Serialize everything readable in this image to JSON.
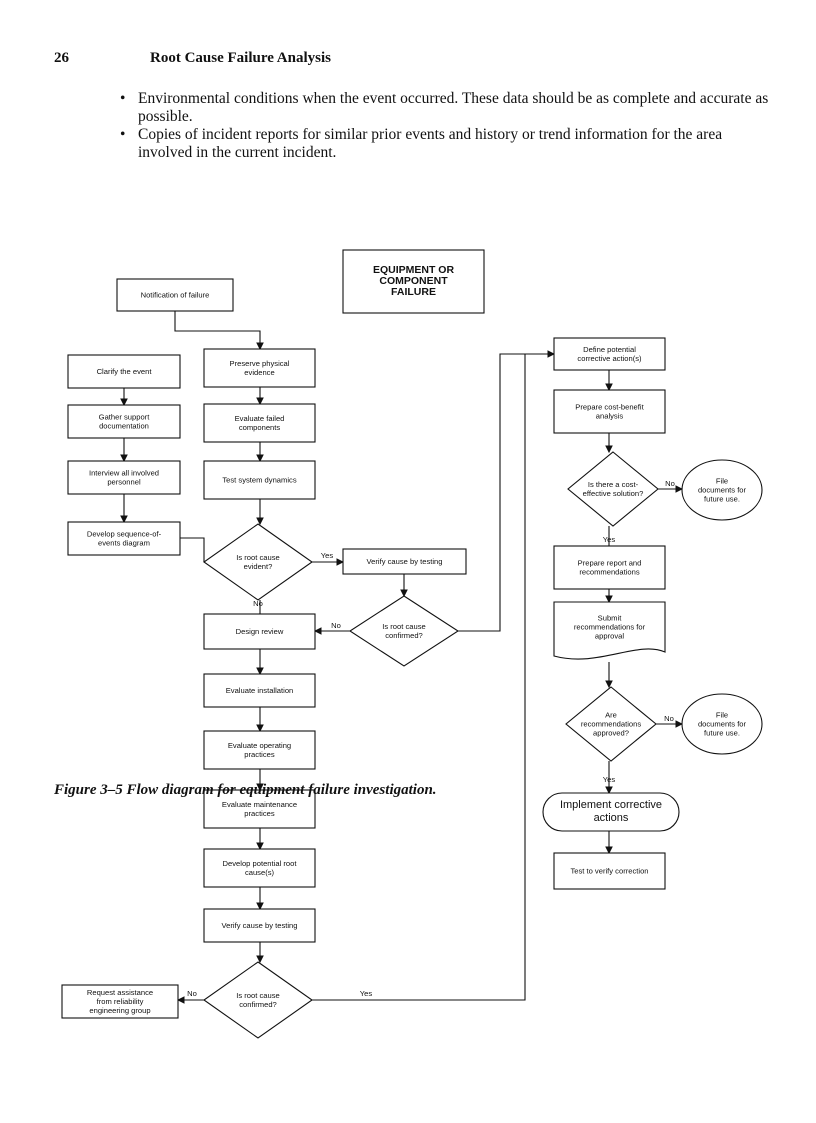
{
  "header": {
    "page_number": "26",
    "running_title": "Root Cause Failure Analysis"
  },
  "bullets": [
    "Environmental conditions when the event occurred. These data should be as complete and accurate as possible.",
    "Copies of incident reports for similar prior events and history or trend information for the area involved in the current incident."
  ],
  "flowchart": {
    "title": [
      "EQUIPMENT OR",
      "COMPONENT",
      "FAILURE"
    ],
    "notification": [
      "Notification of failure"
    ],
    "clarify": [
      "Clarify the event"
    ],
    "gather": [
      "Gather support",
      "documentation"
    ],
    "interview": [
      "Interview all involved",
      "personnel"
    ],
    "sequence": [
      "Develop sequence-of-",
      "events diagram"
    ],
    "preserve": [
      "Preserve physical",
      "evidence"
    ],
    "evaluate_failed": [
      "Evaluate failed",
      "components"
    ],
    "test_dynamics": [
      "Test system dynamics"
    ],
    "evident": [
      "Is root cause",
      "evident?"
    ],
    "verify1": [
      "Verify cause by testing"
    ],
    "confirmed1": [
      "Is root cause",
      "confirmed?"
    ],
    "design_review": [
      "Design review"
    ],
    "eval_install": [
      "Evaluate installation"
    ],
    "eval_operating": [
      "Evaluate operating",
      "practices"
    ],
    "eval_maint": [
      "Evaluate maintenance",
      "practices"
    ],
    "dev_root": [
      "Develop potential root",
      "cause(s)"
    ],
    "verify2": [
      "Verify cause by testing"
    ],
    "confirmed2": [
      "Is root cause",
      "confirmed?"
    ],
    "request": [
      "Request assistance",
      "from reliability",
      "engineering group"
    ],
    "define": [
      "Define potential",
      "corrective action(s)"
    ],
    "cost_benefit": [
      "Prepare cost-benefit",
      "analysis"
    ],
    "cost_effective": [
      "Is there a cost-",
      "effective solution?"
    ],
    "file1": [
      "File",
      "documents for",
      "future use."
    ],
    "prepare_report": [
      "Prepare report and",
      "recommendations"
    ],
    "submit": [
      "Submit",
      "recommendations for",
      "approval"
    ],
    "approved": [
      "Are",
      "recommendations",
      "approved?"
    ],
    "file2": [
      "File",
      "documents for",
      "future use."
    ],
    "implement": [
      "Implement corrective",
      "actions"
    ],
    "test_verify": [
      "Test to verify correction"
    ],
    "labels": {
      "yes": "Yes",
      "no": "No"
    }
  },
  "caption": "Figure 3–5 Flow diagram for equipment failure investigation."
}
